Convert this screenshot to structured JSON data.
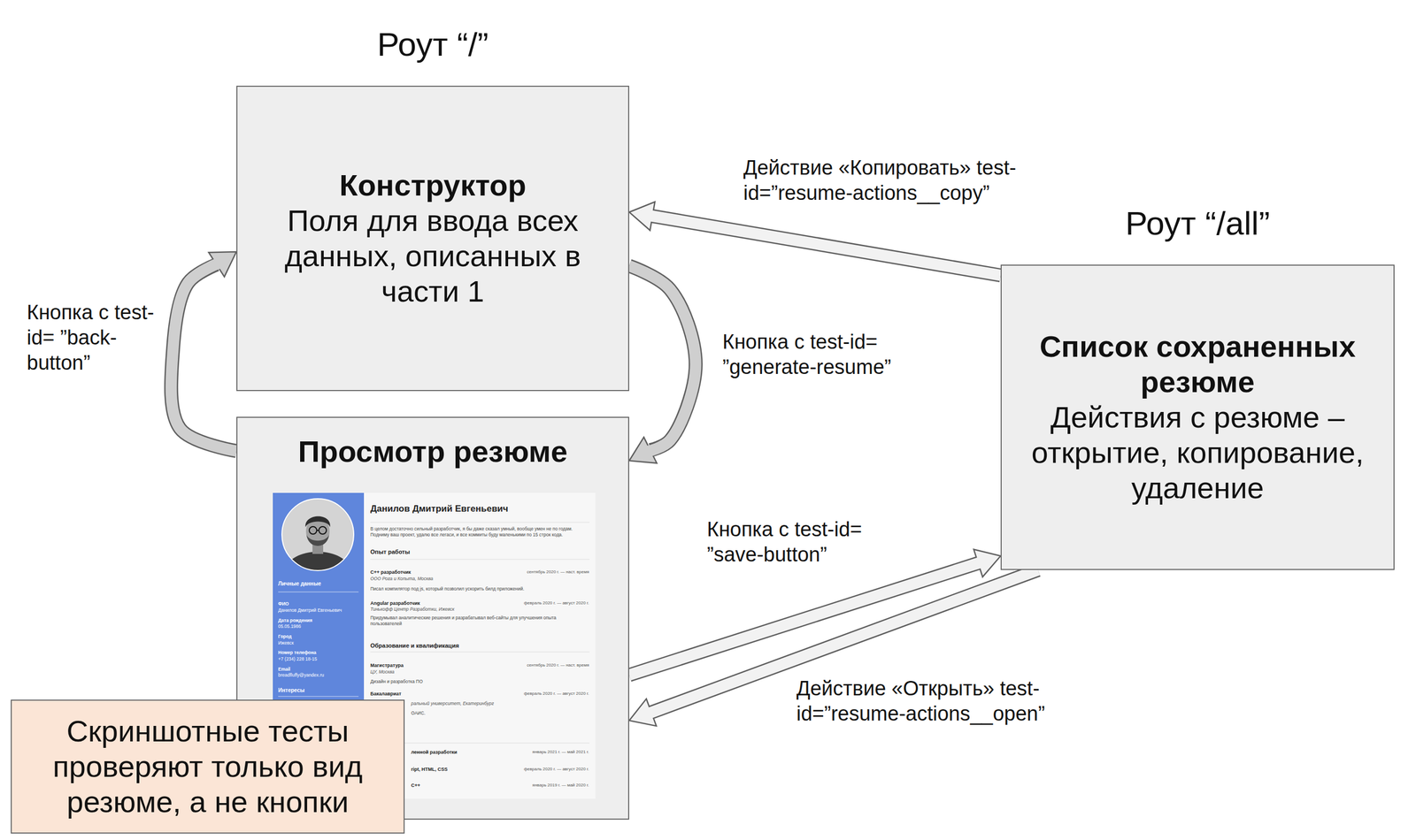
{
  "diagram": {
    "nodes": [
      {
        "text": [
          "Роут “/”",
          "Конструктор",
          "Поля для ввода всех данных, описанных в части 1"
        ]
      },
      {
        "text": [
          "Просмотр резюме"
        ]
      },
      {
        "text": [
          "Роут “/all”",
          "Список сохраненных резюме",
          "Действия с резюме – открытие, копирование, удаление"
        ]
      },
      {
        "text": [
          "Скриншотные тесты проверяют только вид резюме, а не кнопки"
        ]
      }
    ],
    "edges": [
      {
        "from": 1,
        "to": 0,
        "arrow": "to",
        "label": "Кнопка с test-id= ”back-button”"
      },
      {
        "from": 0,
        "to": 1,
        "arrow": "to",
        "label": "Кнопка с test-id= ”generate-resume”"
      },
      {
        "from": 2,
        "to": 0,
        "arrow": "to",
        "label": "Действие «Копировать» test-id=”resume-actions__copy”"
      },
      {
        "from": 1,
        "to": 2,
        "arrow": "to",
        "label": "Кнопка с test-id= ”save-button”"
      },
      {
        "from": 2,
        "to": 1,
        "arrow": "to",
        "label": "Действие «Открыть» test-id=”resume-actions__open”"
      }
    ],
    "labels": [
      "Данилов Дмитрий Евгеньевич",
      "В целом достаточно сильный разработчик, я бы даже сказал умный, вообще умен не по годам. Подниму ваш проект, удалю все легаси, и все коммиты буду маленькими по 15 строк кода.",
      "Опыт работы",
      "C++ разработчик",
      "сентябрь 2020 г. — наст. время",
      "ООО Рога и Копыта, Москва",
      "Писал компилятор под js, который позволил ускорить билд приложений.",
      "Angular разработчик",
      "февраль 2020 г. — август 2020 г.",
      "Тинькофф Центр Разработки, Ижевск",
      "Придумывал аналитические решения и разрабатывал веб-сайты для улучшения опыта пользователей",
      "Образование и квалификация",
      "Магистратура",
      "сентябрь 2020 г. — наст. время",
      "ЦУ, Москва",
      "Дизайн и разработка ПО",
      "Бакалавриат",
      "февраль 2020 г. — август 2020 г.",
      "ральный университет, Екатеринбург",
      "ОАИС.",
      "ленной разработки",
      "январь 2021 г. — май 2021 г.",
      "ript, HTML, CSS",
      "февраль 2020 г. — август 2020 г.",
      "C++",
      "январь 2019 г. — май 2020 г.",
      "Личные данные",
      "ФИО",
      "Данилов Дмитрий Евгеньевич",
      "Дата рождения",
      "05.05.1986",
      "Город",
      "Ижевск",
      "Номер телефона",
      "+7 (234) 228 18-15",
      "Email",
      "breadfluffy@yandex.ru",
      "Интересы"
    ]
  }
}
